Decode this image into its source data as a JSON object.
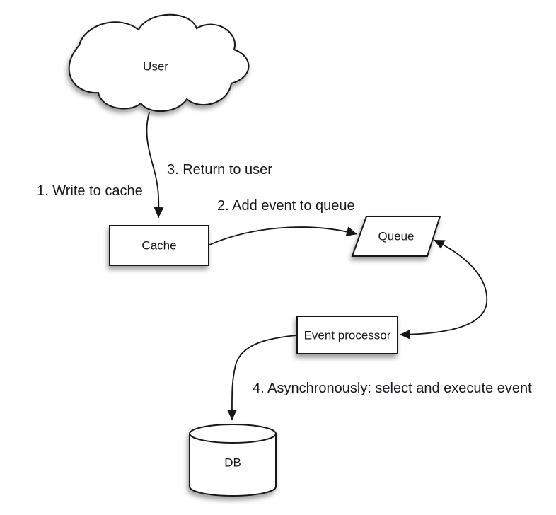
{
  "diagram": {
    "background_color": "#ffffff",
    "line_color": "#161616",
    "text_color": "#17171c",
    "nodes": {
      "user": "User",
      "cache": "Cache",
      "queue": "Queue",
      "event_processor": "Event processor",
      "db": "DB"
    },
    "labels": {
      "step1": "1. Write to cache",
      "step2": "2. Add event to queue",
      "step3": "3. Return to user",
      "step4": "4. Asynchronously: select and execute event"
    },
    "edges": [
      {
        "from": "user",
        "to": "cache",
        "style": "arrow"
      },
      {
        "from": "cache",
        "to": "queue",
        "style": "arrow"
      },
      {
        "from": "queue",
        "to": "event_processor",
        "style": "double-arrow"
      },
      {
        "from": "event_processor",
        "to": "db",
        "style": "arrow"
      }
    ]
  }
}
